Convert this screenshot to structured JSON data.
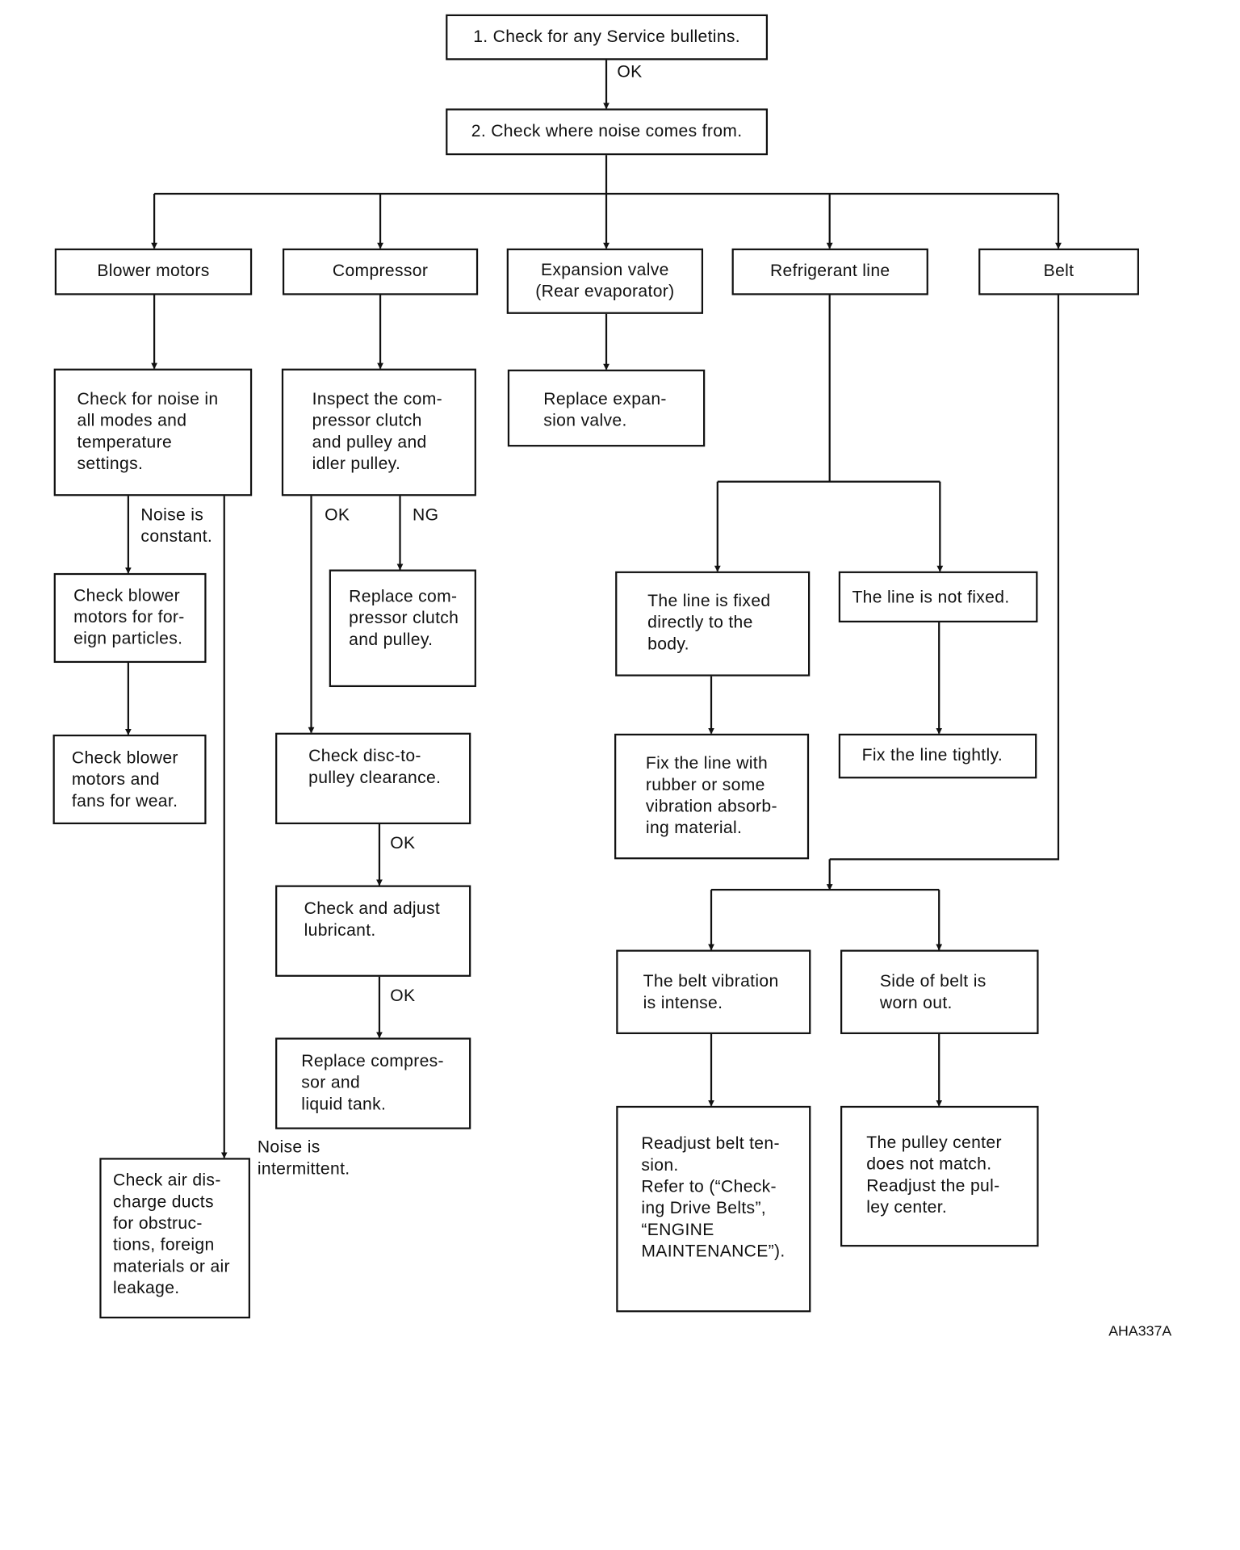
{
  "boxes": {
    "step1": "1. Check for any Service bulletins.",
    "step2": "2. Check where noise comes from.",
    "blower_motors": "Blower motors",
    "compressor": "Compressor",
    "expansion_valve": [
      "Expansion valve",
      "(Rear evaporator)"
    ],
    "refrigerant_line": "Refrigerant line",
    "belt": "Belt",
    "check_noise_modes": [
      "Check for noise in",
      "all modes and",
      "temperature",
      "settings."
    ],
    "inspect_clutch": [
      "Inspect the com-",
      "pressor clutch",
      "and pulley and",
      "idler pulley."
    ],
    "replace_expansion_valve": [
      "Replace expan-",
      "sion valve."
    ],
    "check_blower_particles": [
      "Check blower",
      "motors for for-",
      "eign particles."
    ],
    "replace_clutch": [
      "Replace com-",
      "pressor clutch",
      "and pulley."
    ],
    "line_fixed": [
      "The line is fixed",
      "directly to the",
      "body."
    ],
    "line_not_fixed": "The line is not fixed.",
    "check_blower_wear": [
      "Check blower",
      "motors and",
      "fans for wear."
    ],
    "check_disc_clearance": [
      "Check disc-to-",
      "pulley clearance."
    ],
    "fix_line_rubber": [
      "Fix the line with",
      "rubber or some",
      "vibration absorb-",
      "ing material."
    ],
    "fix_line_tightly": "Fix the line tightly.",
    "check_lubricant": [
      "Check and adjust",
      "lubricant."
    ],
    "belt_vibration": [
      "The belt vibration",
      "is intense."
    ],
    "belt_side_worn": [
      "Side of belt is",
      "worn out."
    ],
    "replace_compressor": [
      "Replace compres-",
      "sor and",
      "liquid tank."
    ],
    "readjust_belt": [
      "Readjust belt ten-",
      "sion.",
      "Refer to (“Check-",
      "ing Drive Belts”,",
      "“ENGINE",
      "MAINTENANCE”)."
    ],
    "pulley_center": [
      "The pulley center",
      "does not match.",
      "Readjust the pul-",
      "ley center."
    ],
    "check_air_ducts": [
      "Check air dis-",
      "charge ducts",
      "for obstruc-",
      "tions, foreign",
      "materials or air",
      "leakage."
    ]
  },
  "labels": {
    "ok_step1": "OK",
    "noise_constant": [
      "Noise is",
      "constant."
    ],
    "ok_clutch": "OK",
    "ng_clutch": "NG",
    "ok_disc": "OK",
    "ok_lubricant": "OK",
    "noise_intermittent": [
      "Noise is",
      "intermittent."
    ]
  },
  "figure_code": "AHA337A"
}
